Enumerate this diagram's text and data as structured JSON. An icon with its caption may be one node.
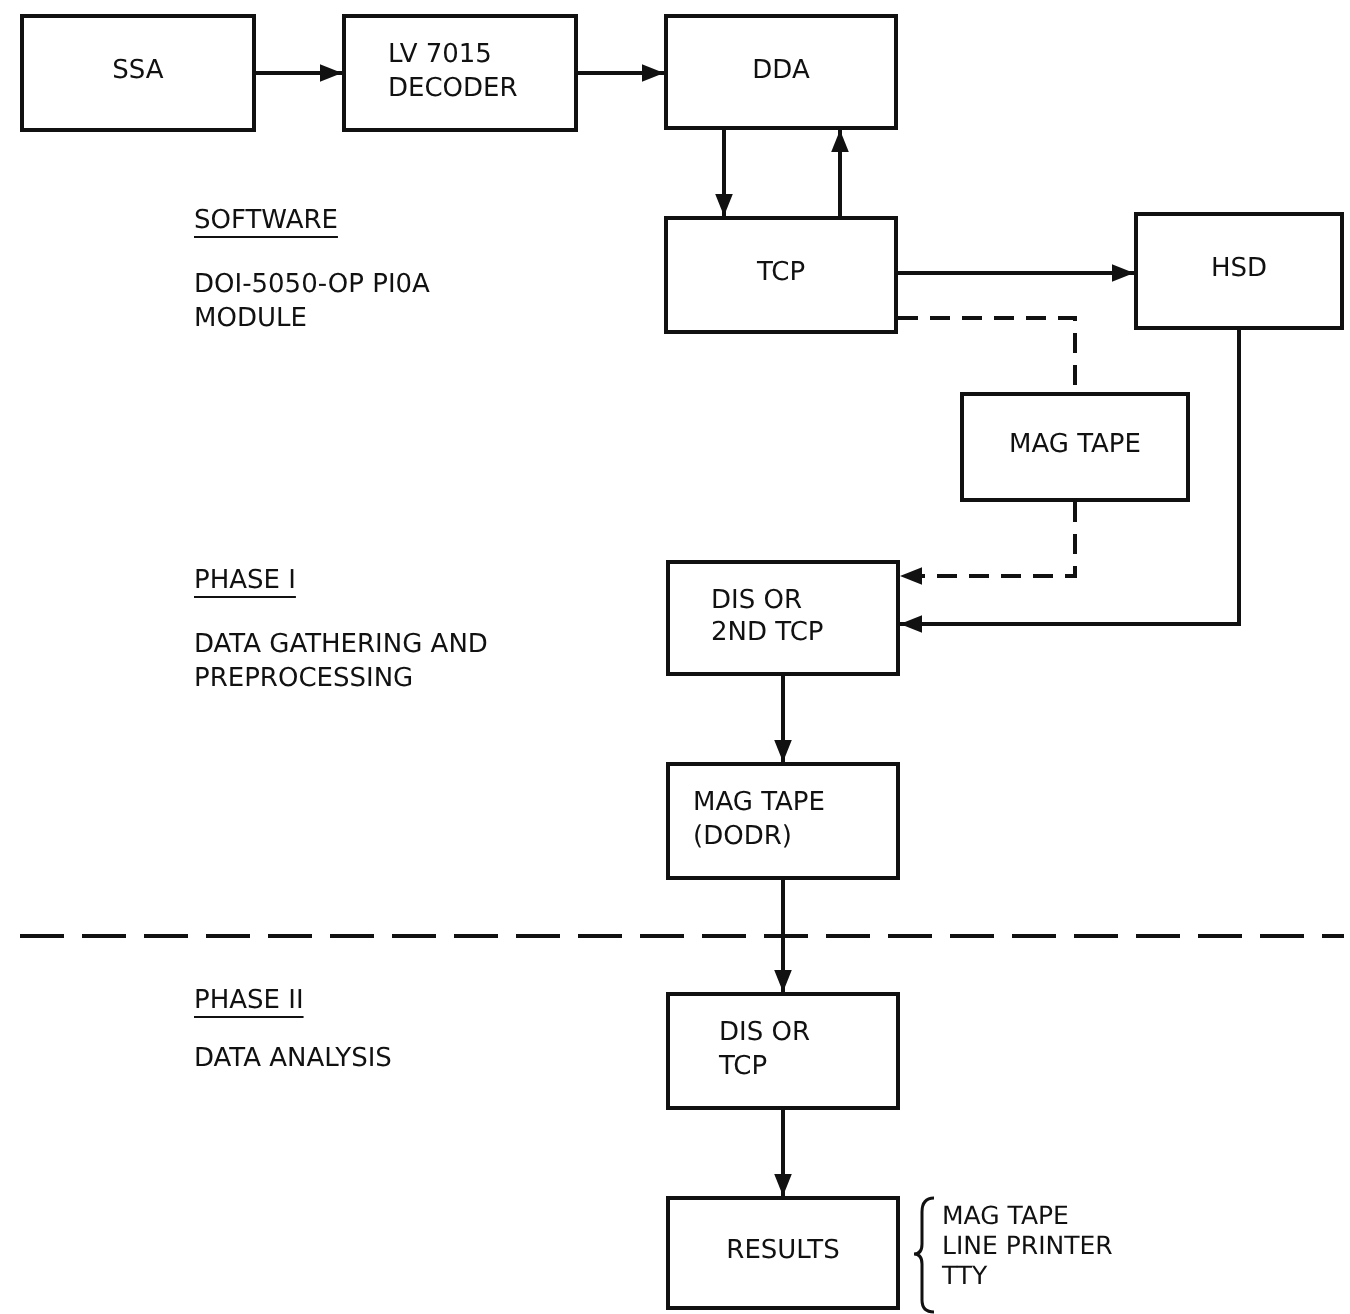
{
  "diagram": {
    "nodes": [
      {
        "text": [
          "SSA"
        ]
      },
      {
        "text": [
          "LV 7015 DECODER"
        ]
      },
      {
        "text": [
          "DDA"
        ]
      },
      {
        "text": [
          "TCP"
        ]
      },
      {
        "text": [
          "HSD"
        ]
      },
      {
        "text": [
          "MAG TAPE"
        ]
      },
      {
        "text": [
          "DIS OR 2ND TCP"
        ]
      },
      {
        "text": [
          "MAG TAPE (DODR)"
        ]
      },
      {
        "text": [
          "DIS OR TCP"
        ]
      },
      {
        "text": [
          "RESULTS"
        ],
        "beside": [
          "MAG TAPE",
          "LINE PRINTER",
          "TTY"
        ]
      }
    ],
    "edges": [
      {
        "from": 0,
        "to": 1,
        "arrow": "to"
      },
      {
        "from": 1,
        "to": 2,
        "arrow": "to"
      },
      {
        "from": 2,
        "to": 3,
        "arrow": "to"
      },
      {
        "from": 3,
        "to": 2,
        "arrow": "to"
      },
      {
        "from": 3,
        "to": 4,
        "arrow": "to"
      },
      {
        "from": 3,
        "to": 5,
        "arrow": "none",
        "style": "dashed"
      },
      {
        "from": 5,
        "to": 6,
        "arrow": "to",
        "style": "dashed"
      },
      {
        "from": 4,
        "to": 6,
        "arrow": "to"
      },
      {
        "from": 6,
        "to": 7,
        "arrow": "to"
      },
      {
        "from": 7,
        "to": 8,
        "arrow": "to"
      },
      {
        "from": 8,
        "to": 9,
        "arrow": "to"
      }
    ],
    "labels": [
      "SOFTWARE",
      "DOI-5050-OP PI0A MODULE",
      "PHASE I",
      "DATA GATHERING AND PREPROCESSING",
      "PHASE II",
      "DATA ANALYSIS"
    ]
  }
}
